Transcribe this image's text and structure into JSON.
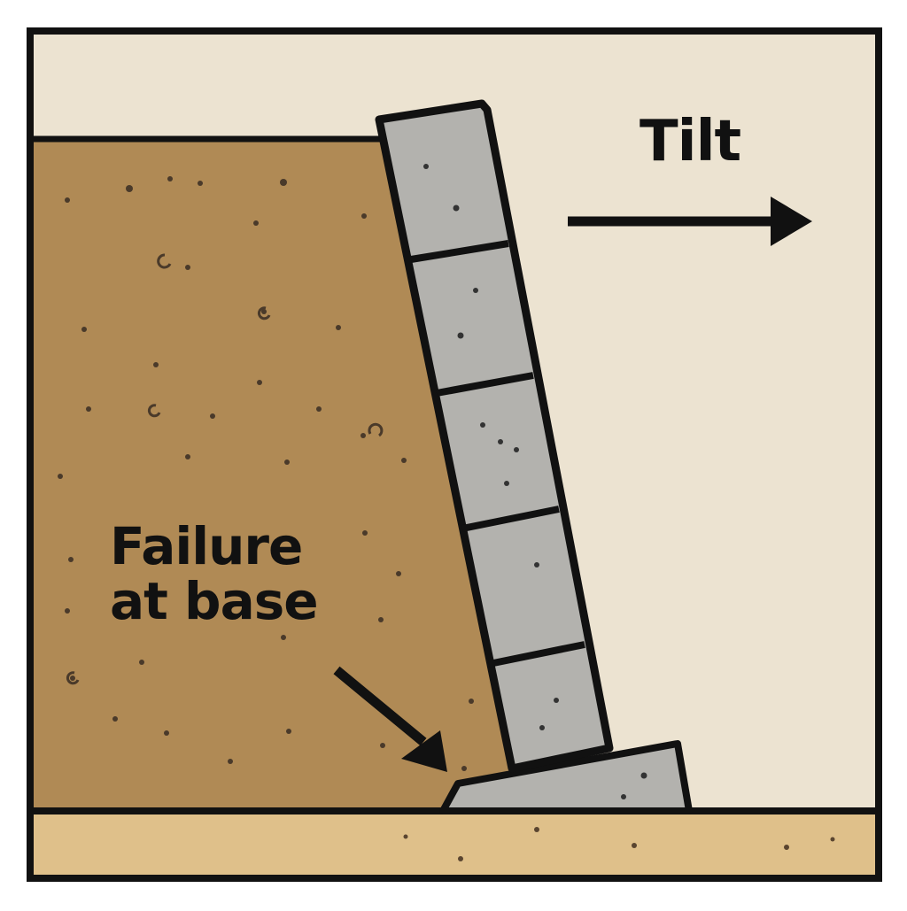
{
  "diagram": {
    "subject": "Retaining wall tilt failure",
    "labels": {
      "tilt": "Tilt",
      "failure_line1": "Failure",
      "failure_line2": "at base"
    },
    "wall": {
      "block_count": 5,
      "has_footing": true
    },
    "arrows": [
      {
        "name": "tilt-direction-arrow",
        "direction": "right"
      },
      {
        "name": "failure-pointer-arrow",
        "direction": "down-right"
      }
    ],
    "colors": {
      "sky": "#ece3d1",
      "retained_soil": "#b08a55",
      "foundation_soil": "#dfc08a",
      "concrete": "#b3b2ae",
      "outline": "#111111",
      "speckle": "#4a3a2a"
    }
  }
}
